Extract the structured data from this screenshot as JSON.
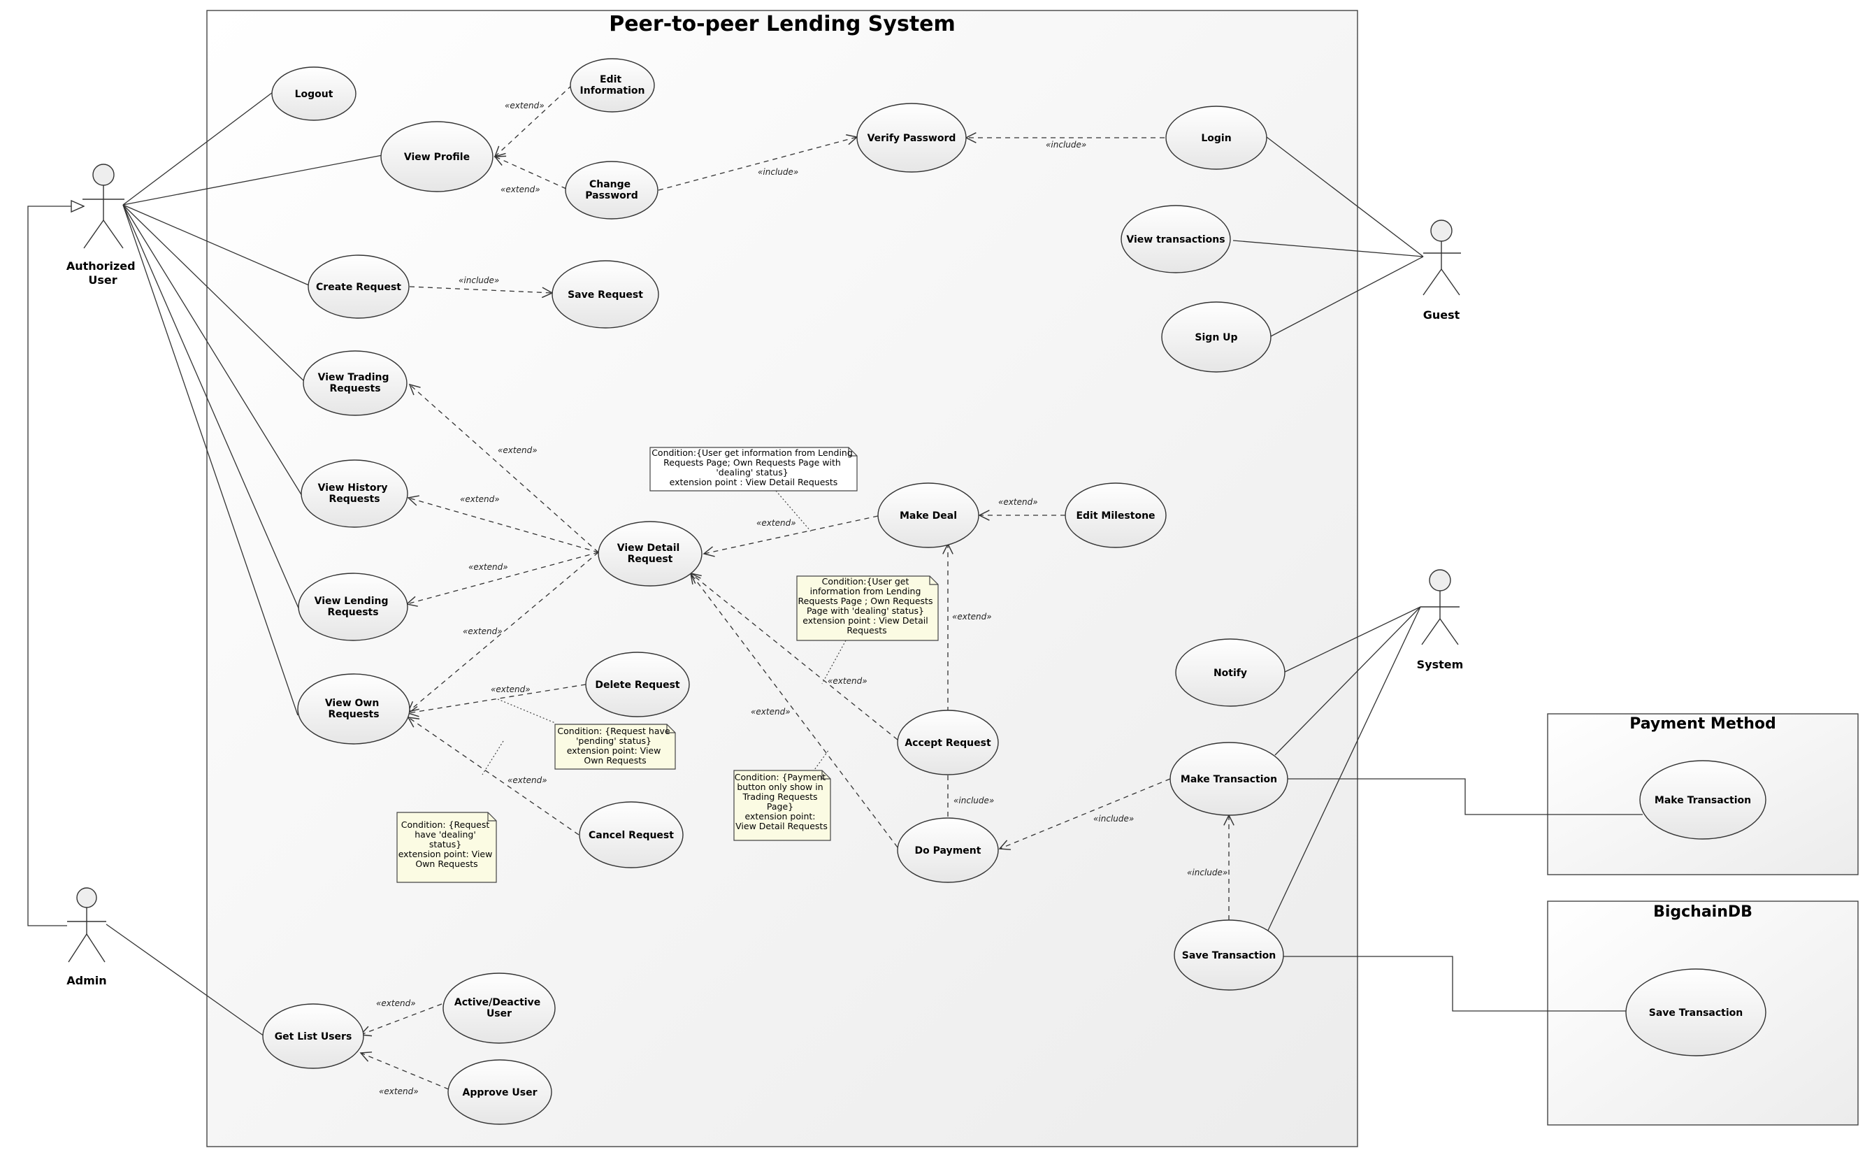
{
  "system": {
    "title": "Peer-to-peer Lending System",
    "payment_title": "Payment Method",
    "bigchain_title": "BigchainDB"
  },
  "actors": {
    "authorized": [
      "Authorized",
      "User"
    ],
    "guest": "Guest",
    "system": "System",
    "admin": "Admin"
  },
  "usecases": {
    "logout": [
      "Logout"
    ],
    "view_profile": [
      "View Profile"
    ],
    "edit_info": [
      "Edit",
      "Information"
    ],
    "change_password": [
      "Change",
      "Password"
    ],
    "verify_password": [
      "Verify Password"
    ],
    "login": [
      "Login"
    ],
    "view_transactions": [
      "View transactions"
    ],
    "sign_up": [
      "Sign Up"
    ],
    "create_request": [
      "Create Request"
    ],
    "save_request": [
      "Save Request"
    ],
    "view_trading": [
      "View Trading",
      "Requests"
    ],
    "view_history": [
      "View History",
      "Requests"
    ],
    "view_lending": [
      "View Lending",
      "Requests"
    ],
    "view_own": [
      "View Own",
      "Requests"
    ],
    "view_detail": [
      "View Detail",
      "Request"
    ],
    "make_deal": [
      "Make Deal"
    ],
    "edit_milestone": [
      "Edit Milestone"
    ],
    "delete_request": [
      "Delete Request"
    ],
    "cancel_request": [
      "Cancel Request"
    ],
    "accept_request": [
      "Accept Request"
    ],
    "do_payment": [
      "Do Payment"
    ],
    "notify": [
      "Notify"
    ],
    "make_transaction": [
      "Make Transaction"
    ],
    "save_transaction": [
      "Save Transaction"
    ],
    "get_list_users": [
      "Get List Users"
    ],
    "active_deactive": [
      "Active/Deactive",
      "User"
    ],
    "approve_user": [
      "Approve User"
    ],
    "pm_make_transaction": [
      "Make Transaction"
    ],
    "bc_save_transaction": [
      "Save Transaction"
    ]
  },
  "stereotypes": {
    "extend": "«extend»",
    "include": "«include»"
  },
  "notes": {
    "make_deal_condition": [
      "Condition:{User get information from Lending",
      "Requests Page; Own Requests Page with",
      "'dealing' status}",
      "extension point : View Detail Requests"
    ],
    "accept_condition": [
      "Condition:{User get",
      "information from Lending",
      "Requests Page ; Own Requests",
      "Page with 'dealing' status}",
      "extension point : View Detail",
      "Requests"
    ],
    "delete_condition": [
      "Condition: {Request have",
      "'pending' status}",
      "extension point: View",
      "Own Requests"
    ],
    "cancel_condition": [
      "Condition: {Request",
      "have 'dealing'",
      "status}",
      "extension point: View",
      "Own Requests"
    ],
    "payment_condition": [
      "Condition: {Payment",
      "button only show in",
      "Trading Requests",
      "Page}",
      "extension point:",
      "View Detail Requests"
    ]
  },
  "colors": {
    "note_fill": "#fbfbe3",
    "usecase_fill": "#f7f7f7",
    "frame_stroke": "#444444"
  }
}
